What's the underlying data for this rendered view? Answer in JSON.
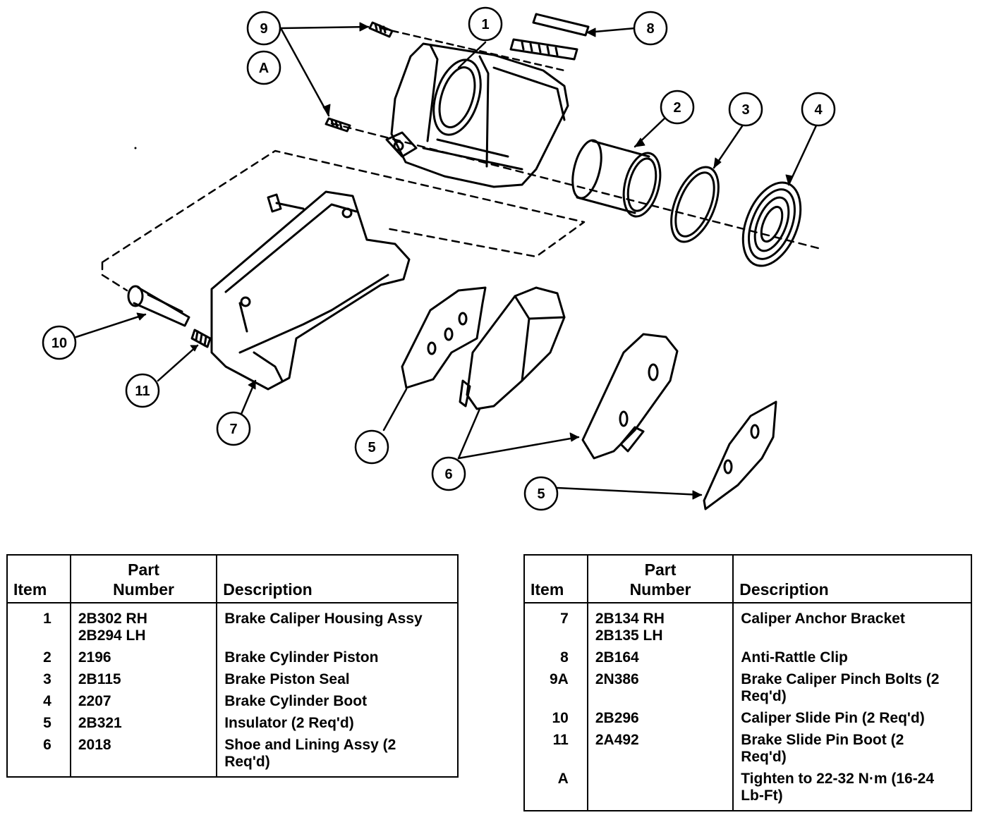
{
  "callouts": {
    "c1": "1",
    "c2": "2",
    "c3": "3",
    "c4": "4",
    "c5a": "5",
    "c5b": "5",
    "c6": "6",
    "c7": "7",
    "c8": "8",
    "c9": "9",
    "cA": "A",
    "c10": "10",
    "c11": "11"
  },
  "table_left": {
    "headers": {
      "item": "Item",
      "part_number": "Part\nNumber",
      "description": "Description"
    },
    "rows": [
      {
        "item": "1",
        "part_number": "2B302 RH\n2B294 LH",
        "description": "Brake Caliper Housing Assy"
      },
      {
        "item": "2",
        "part_number": "2196",
        "description": "Brake Cylinder Piston"
      },
      {
        "item": "3",
        "part_number": "2B115",
        "description": "Brake Piston Seal"
      },
      {
        "item": "4",
        "part_number": "2207",
        "description": "Brake Cylinder Boot"
      },
      {
        "item": "5",
        "part_number": "2B321",
        "description": "Insulator (2 Req'd)"
      },
      {
        "item": "6",
        "part_number": "2018",
        "description": "Shoe and Lining Assy (2\nReq'd)"
      }
    ]
  },
  "table_right": {
    "headers": {
      "item": "Item",
      "part_number": "Part\nNumber",
      "description": "Description"
    },
    "rows": [
      {
        "item": "7",
        "part_number": "2B134 RH\n2B135 LH",
        "description": "Caliper Anchor Bracket"
      },
      {
        "item": "8",
        "part_number": "2B164",
        "description": "Anti-Rattle Clip"
      },
      {
        "item": "9A",
        "part_number": "2N386",
        "description": "Brake Caliper Pinch Bolts (2\nReq'd)"
      },
      {
        "item": "10",
        "part_number": "2B296",
        "description": "Caliper Slide Pin (2 Req'd)"
      },
      {
        "item": "11",
        "part_number": "2A492",
        "description": "Brake Slide Pin Boot (2\nReq'd)"
      },
      {
        "item": "A",
        "part_number": "",
        "description": "Tighten to 22-32 N·m (16-24\nLb-Ft)"
      }
    ]
  }
}
